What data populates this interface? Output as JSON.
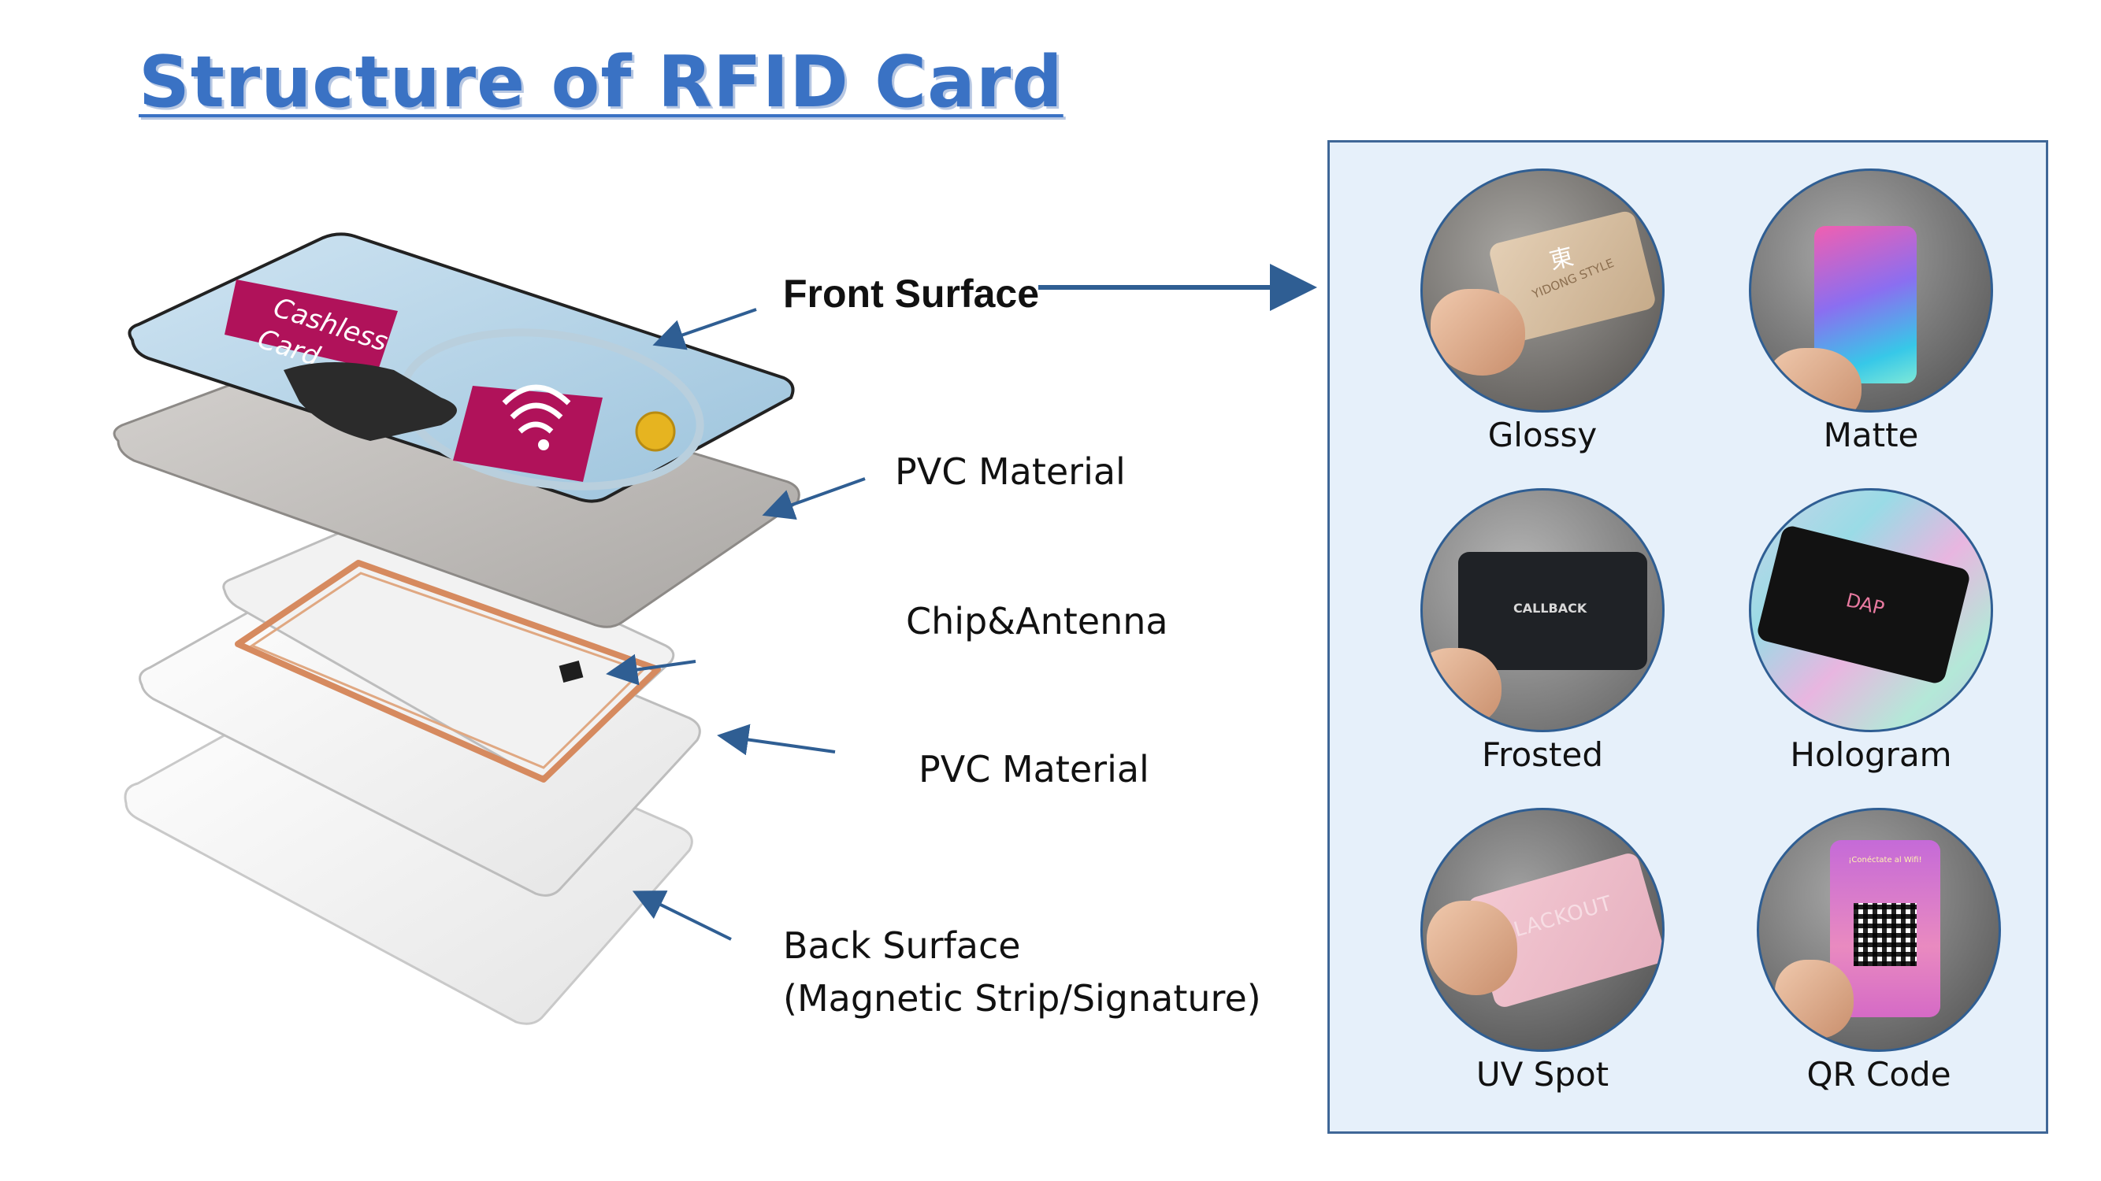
{
  "title": "Structure of RFID Card",
  "layers": [
    {
      "label": "Front Surface",
      "bold": true
    },
    {
      "label": "PVC Material",
      "bold": false
    },
    {
      "label": "Chip&Antenna",
      "bold": false
    },
    {
      "label": "PVC Material",
      "bold": false
    },
    {
      "label": "Back Surface",
      "bold": false
    },
    {
      "label": "(Magnetic Strip/Signature)",
      "bold": false
    }
  ],
  "front_card": {
    "line1": "Cashless",
    "line2": "Card"
  },
  "finishes": [
    {
      "label": "Glossy",
      "card_text": "YIDONG STYLE",
      "logo_text": "東"
    },
    {
      "label": "Matte"
    },
    {
      "label": "Frosted",
      "card_text": "CALLBACK"
    },
    {
      "label": "Hologram",
      "card_text": "DAP"
    },
    {
      "label": "UV Spot",
      "card_text": "BLACKOUT"
    },
    {
      "label": "QR Code",
      "card_text": "¡Conéctate al Wifi!"
    }
  ],
  "colors": {
    "title": "#3a72c4",
    "arrow": "#2f5e93",
    "panel_bg": "#e6f0fa",
    "panel_border": "#3f6797",
    "card_magenta": "#b0125a",
    "antenna": "#d68a5f"
  }
}
